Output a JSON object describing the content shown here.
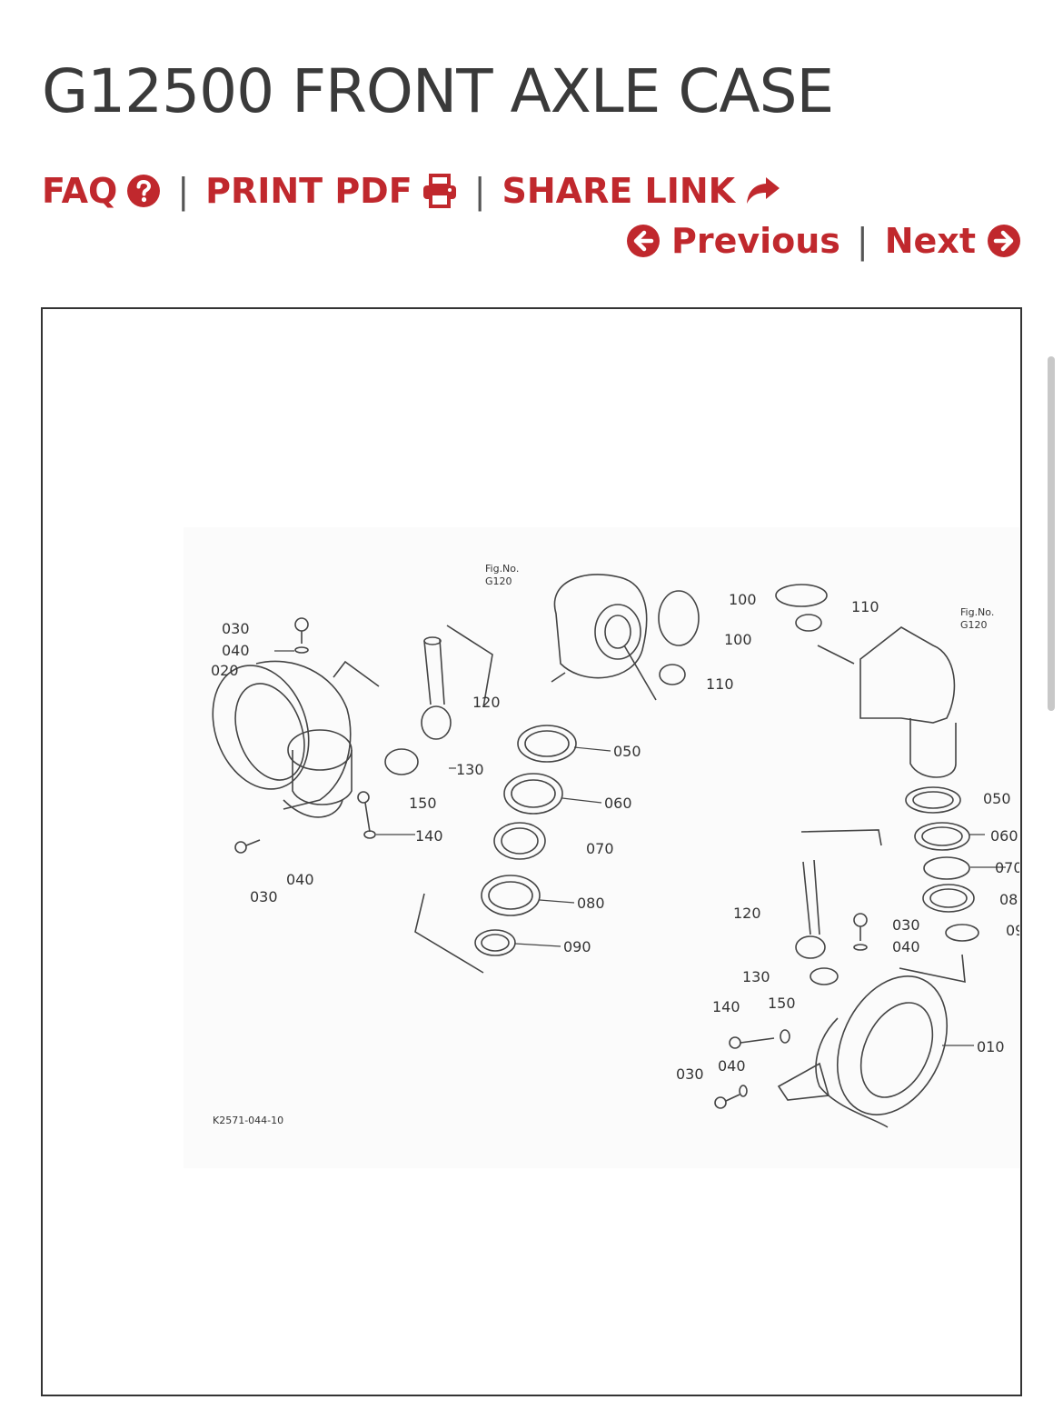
{
  "page": {
    "title": "G12500 FRONT AXLE CASE"
  },
  "links": {
    "faq": "FAQ",
    "print_pdf": "PRINT PDF",
    "share_link": "SHARE LINK",
    "separator": "|"
  },
  "pager": {
    "previous": "Previous",
    "next": "Next",
    "separator": "|"
  },
  "diagram": {
    "fig_ref_left": "Fig.No.",
    "fig_ref_left_num": "G120",
    "fig_ref_right": "Fig.No.",
    "fig_ref_right_num": "G120",
    "code": "K2571-044-10",
    "labels": {
      "l030a": "030",
      "l040a": "040",
      "l020": "020",
      "l120a": "120",
      "l130a": "130",
      "l150a": "150",
      "l140a": "140",
      "l040b": "040",
      "l030b": "030",
      "l050a": "050",
      "l060a": "060",
      "l070a": "070",
      "l080a": "080",
      "l090a": "090",
      "l100a": "100",
      "l110a": "110",
      "l100b": "100",
      "l110b": "110",
      "l050b": "050",
      "l060b": "060",
      "l070b": "070",
      "l080b": "08",
      "l090b": "09",
      "l120b": "120",
      "l030c": "030",
      "l040c": "040",
      "l130b": "130",
      "l140b": "140",
      "l150b": "150",
      "l010": "010",
      "l030d": "030",
      "l040d": "040"
    }
  },
  "colors": {
    "accent": "#c0282d",
    "title": "#3a3a3a",
    "border": "#333333"
  },
  "icons": {
    "faq": "question-circle-icon",
    "print": "printer-icon",
    "share": "share-arrow-icon",
    "previous": "arrow-circle-left-icon",
    "next": "arrow-circle-right-icon"
  }
}
